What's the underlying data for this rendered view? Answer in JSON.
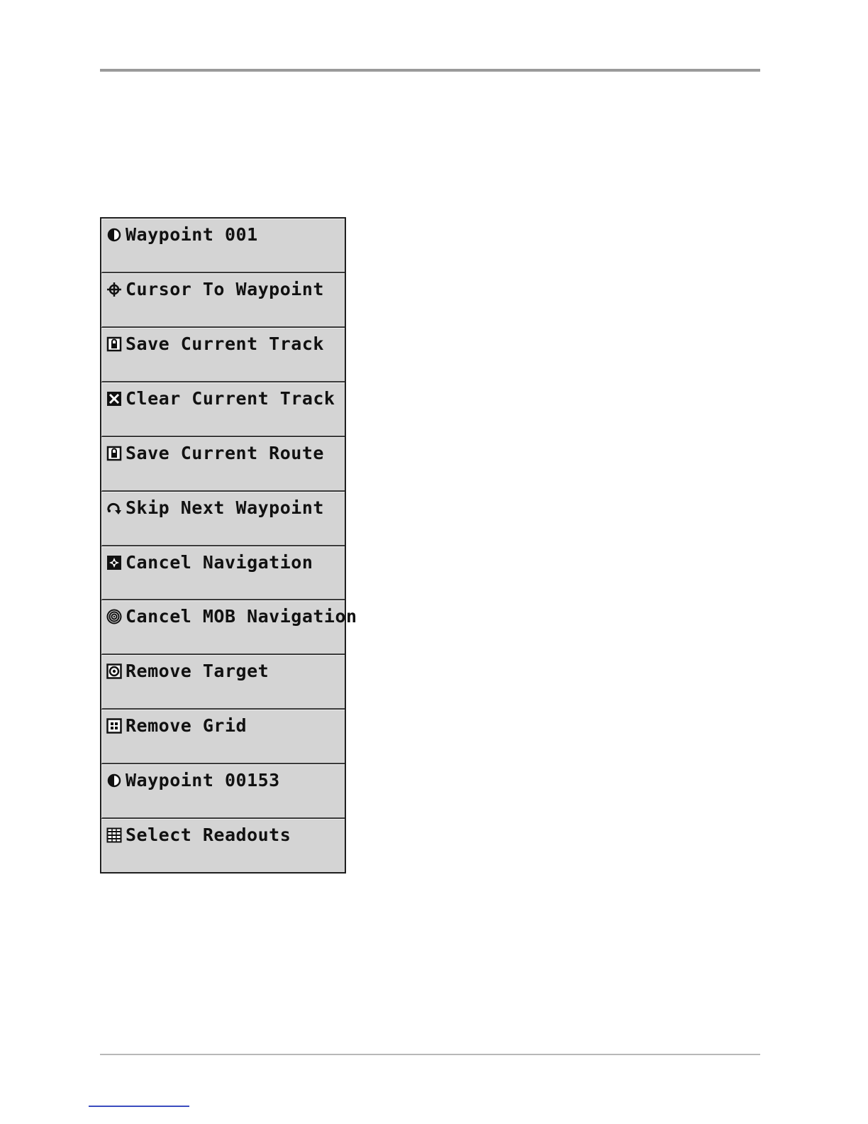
{
  "menu": {
    "items": [
      {
        "label": "Waypoint 001",
        "icon": "waypoint-icon"
      },
      {
        "label": "Cursor To Waypoint",
        "icon": "crosshair-icon"
      },
      {
        "label": "Save Current Track",
        "icon": "lock-icon"
      },
      {
        "label": "Clear Current Track",
        "icon": "clear-x-icon"
      },
      {
        "label": "Save Current Route",
        "icon": "lock-icon"
      },
      {
        "label": "Skip Next Waypoint",
        "icon": "skip-arrow-icon"
      },
      {
        "label": "Cancel Navigation",
        "icon": "cancel-navigation-icon"
      },
      {
        "label": "Cancel MOB Navigation",
        "icon": "mob-target-icon"
      },
      {
        "label": "Remove Target",
        "icon": "target-icon"
      },
      {
        "label": "Remove Grid",
        "icon": "grid-icon"
      },
      {
        "label": "Waypoint 00153",
        "icon": "waypoint-icon"
      },
      {
        "label": "Select Readouts",
        "icon": "readouts-icon"
      }
    ]
  },
  "colors": {
    "item_background": "#d4d4d4",
    "item_border": "#3a3a3a",
    "text": "#111111"
  }
}
